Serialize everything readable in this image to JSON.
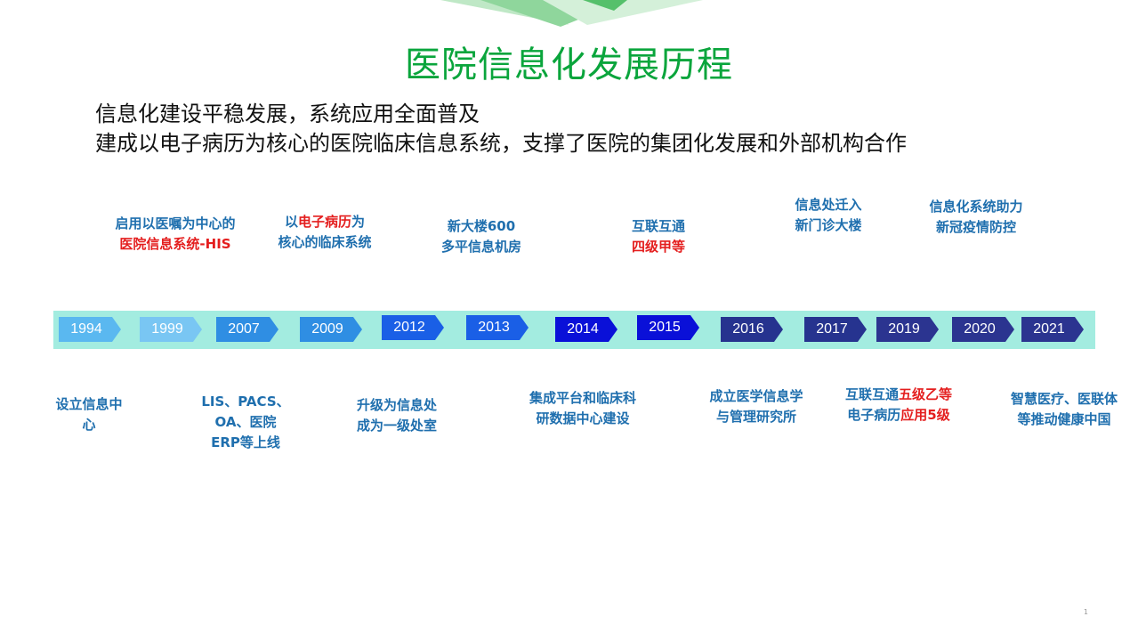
{
  "title": "医院信息化发展历程",
  "subtitle_lines": [
    "信息化建设平稳发展，系统应用全面普及",
    "建成以电子病历为核心的医院临床信息系统，支撑了医院的集团化发展和外部机构合作"
  ],
  "timeline": {
    "years": [
      "1994",
      "1999",
      "2007",
      "2009",
      "2012",
      "2013",
      "2014",
      "2015",
      "2016",
      "2017",
      "2019",
      "2020",
      "2021"
    ],
    "colors": [
      "#5ab8f0",
      "#79c6f3",
      "#2f8ee3",
      "#2f8ee3",
      "#1a5fe6",
      "#1a5fe6",
      "#0a10d8",
      "#0a10d8",
      "#26338f",
      "#26338f",
      "#2b3490",
      "#2b3490",
      "#2b3490"
    ],
    "band_color": "#a3ece0"
  },
  "events_top": [
    {
      "l1": "启用以医嘱为中心的",
      "l2a": "医院信息系统-HIS",
      "l2b": ""
    },
    {
      "l1a": "以",
      "l1r": "电子病历",
      "l1b": "为",
      "l2": "核心的临床系统"
    },
    {
      "l1": "新大楼600",
      "l2": "多平信息机房"
    },
    {
      "l1": "互联互通",
      "l2": "四级甲等"
    },
    {
      "l1": "信息处迁入",
      "l2": "新门诊大楼"
    },
    {
      "l1": "信息化系统助力",
      "l2": "新冠疫情防控"
    }
  ],
  "events_bottom": [
    {
      "l1": "设立信息中",
      "l2": "心"
    },
    {
      "l1": "LIS、PACS、",
      "l2": "OA、医院",
      "l3": "ERP等上线"
    },
    {
      "l1": "升级为信息处",
      "l2": "成为一级处室"
    },
    {
      "l1": "集成平台和临床科",
      "l2": "研数据中心建设"
    },
    {
      "l1": "成立医学信息学",
      "l2": "与管理研究所"
    },
    {
      "l1a": "互联互通",
      "l1r": "五级乙等",
      "l2a": "电子病历",
      "l2r": "应用5级"
    },
    {
      "l1": "智慧医疗、医联体",
      "l2": "等推动健康中国"
    }
  ],
  "page_number": "1"
}
